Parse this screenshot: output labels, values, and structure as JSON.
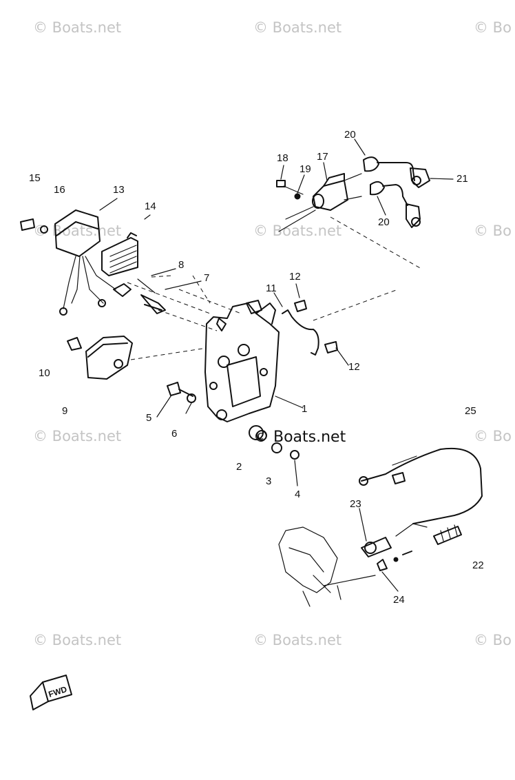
{
  "watermark": {
    "text": "© Boats.net",
    "text_partial": "© Bo",
    "center_text": "© Boats.net"
  },
  "fwd_label": "FWD",
  "part_numbers": [
    "1",
    "2",
    "3",
    "4",
    "5",
    "6",
    "7",
    "8",
    "9",
    "10",
    "11",
    "12",
    "12",
    "13",
    "14",
    "15",
    "16",
    "17",
    "18",
    "19",
    "20",
    "20",
    "21",
    "22",
    "23",
    "24",
    "25"
  ]
}
